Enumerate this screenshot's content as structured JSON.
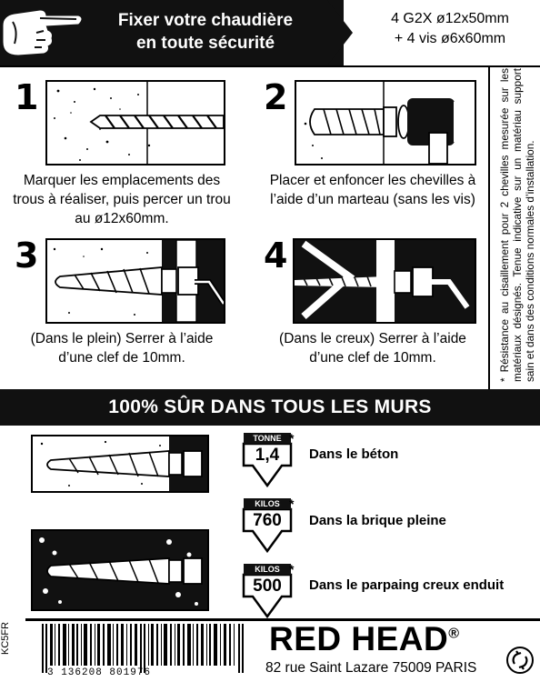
{
  "header": {
    "title_line1": "Fixer votre chaudière",
    "title_line2": "en toute sécurité",
    "spec_line1": "4 G2X ø12x50mm",
    "spec_line2": "+ 4 vis ø6x60mm"
  },
  "steps": [
    {
      "number": "1",
      "text": "Marquer les emplacements des trous à réaliser, puis percer un trou au ø12x60mm."
    },
    {
      "number": "2",
      "text": "Placer et enfoncer les chevilles à l’aide d’un marteau (sans les vis)"
    },
    {
      "number": "3",
      "text": "(Dans le plein) Serrer à l’aide d’une clef de 10mm."
    },
    {
      "number": "4",
      "text": "(Dans le creux) Serrer à l’aide d’une clef de 10mm."
    }
  ],
  "side_note": "* Résistance au cisaillement pour 2 chevilles mesurée sur les matériaux désignés. Tenue indicative sur un matériau support sain et dans des conditions normales d’installation.",
  "band": "100% SÛR DANS TOUS LES MURS",
  "walls": [
    {
      "unit": "TONNE",
      "value": "1,4",
      "star": "*",
      "label": "Dans le béton"
    },
    {
      "unit": "KILOS",
      "value": "760",
      "star": "*",
      "label": "Dans la brique pleine"
    },
    {
      "unit": "KILOS",
      "value": "500",
      "star": "*",
      "label": "Dans le parpaing creux enduit"
    }
  ],
  "footer": {
    "code": "KC5FR",
    "barcode_digits": "3 136208 801976",
    "brand": "RED HEAD",
    "reg": "®",
    "address": "82 rue Saint Lazare 75009 PARIS"
  },
  "colors": {
    "ink": "#111111",
    "paper": "#ffffff"
  }
}
